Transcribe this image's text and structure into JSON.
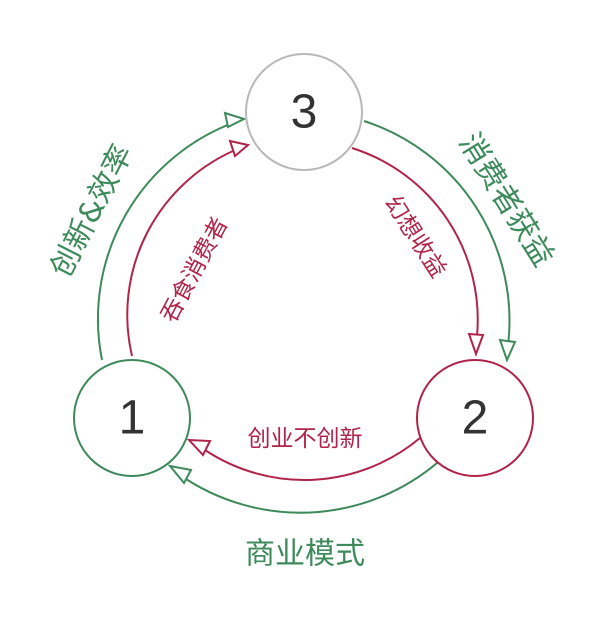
{
  "colors": {
    "green": "#3d8a5a",
    "red": "#b1244a",
    "node3_border": "#b8b8b8",
    "node_text": "#333333",
    "background": "#ffffff"
  },
  "nodes": {
    "node1": {
      "label": "1",
      "border_color": "#3d8a5a"
    },
    "node2": {
      "label": "2",
      "border_color": "#b1244a"
    },
    "node3": {
      "label": "3",
      "border_color": "#b8b8b8"
    }
  },
  "edges": {
    "outer_1_to_3": {
      "label": "创新&效率",
      "color": "#3d8a5a"
    },
    "outer_3_to_2": {
      "label": "消费者获益",
      "color": "#3d8a5a"
    },
    "outer_2_to_1": {
      "label": "商业模式",
      "color": "#3d8a5a"
    },
    "inner_1_to_3": {
      "label": "吞食消费者",
      "color": "#b1244a"
    },
    "inner_3_to_2": {
      "label": "幻想收益",
      "color": "#b1244a"
    },
    "inner_2_to_1": {
      "label": "创业不创新",
      "color": "#b1244a"
    }
  }
}
